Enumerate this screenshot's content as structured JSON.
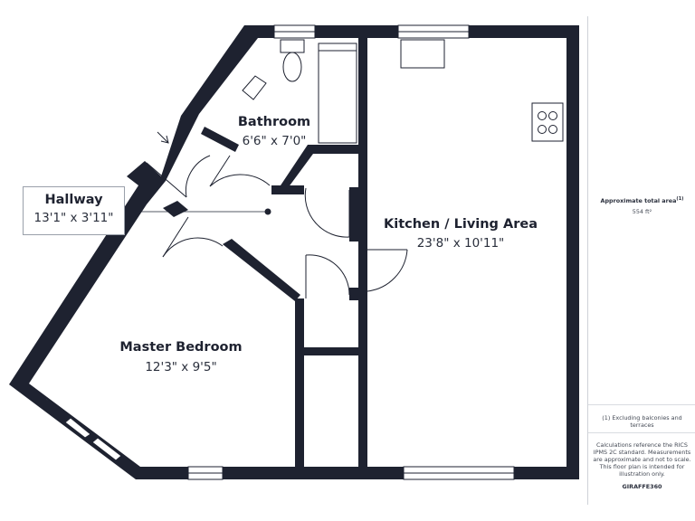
{
  "rooms": {
    "bathroom": {
      "name": "Bathroom",
      "dimensions": "6'6\" x 7'0\""
    },
    "kitchen": {
      "name": "Kitchen / Living Area",
      "dimensions": "23'8\" x 10'11\""
    },
    "hallway": {
      "name": "Hallway",
      "dimensions": "13'1\" x 3'11\""
    },
    "bedroom": {
      "name": "Master Bedroom",
      "dimensions": "12'3\" x 9'5\""
    }
  },
  "side_panel": {
    "area_label": "Approximate total area",
    "area_label_sup": "(1)",
    "area_value": "554 ft²",
    "footnote": "(1) Excluding balconies and terraces",
    "disclaimer": "Calculations reference the RICS IPMS 2C standard. Measurements are approximate and not to scale. This floor plan is intended for illustration only.",
    "brand": "GIRAFFE360"
  },
  "colors": {
    "wall": "#1e2230",
    "line": "#1e2230",
    "window": "#ffffff",
    "panel_border": "#cfd2d8"
  }
}
